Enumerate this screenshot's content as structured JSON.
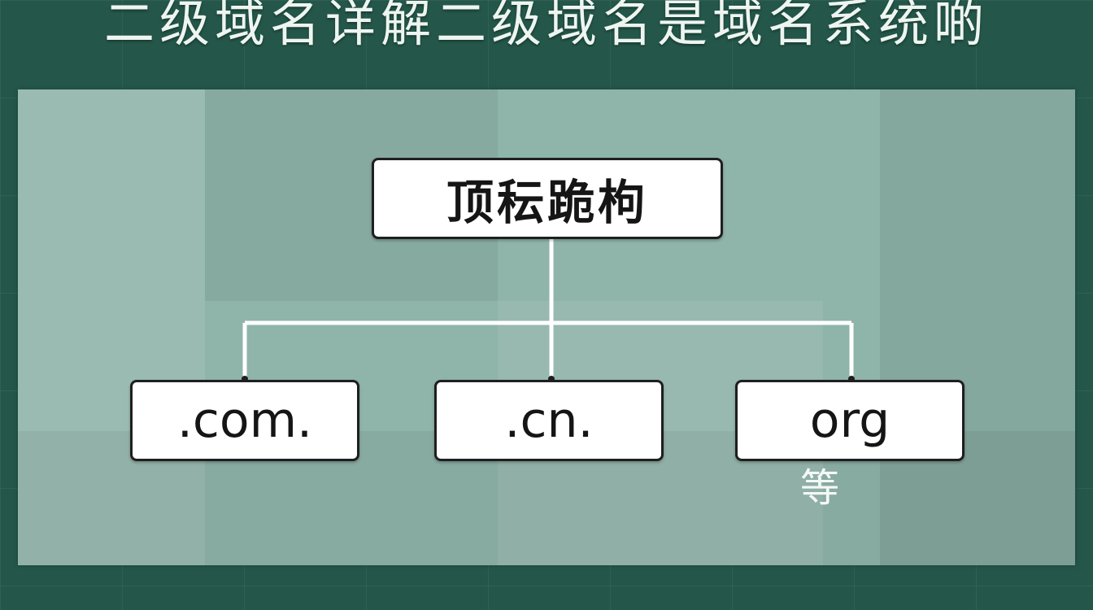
{
  "page": {
    "title": "二级域名详解二级域名是域名系统啲"
  },
  "diagram": {
    "root": {
      "label": "顶秐跪枸"
    },
    "children": [
      {
        "id": "com",
        "label": ".com."
      },
      {
        "id": "cn",
        "label": ".cn."
      },
      {
        "id": "org",
        "label": "org"
      }
    ],
    "note": "等"
  },
  "colors": {
    "background": "#24574a",
    "panel": "#8fb4aa",
    "node_fill": "#ffffff",
    "node_border": "#1f1f1f",
    "connector": "#ffffff",
    "text_light": "#eef5f0"
  }
}
